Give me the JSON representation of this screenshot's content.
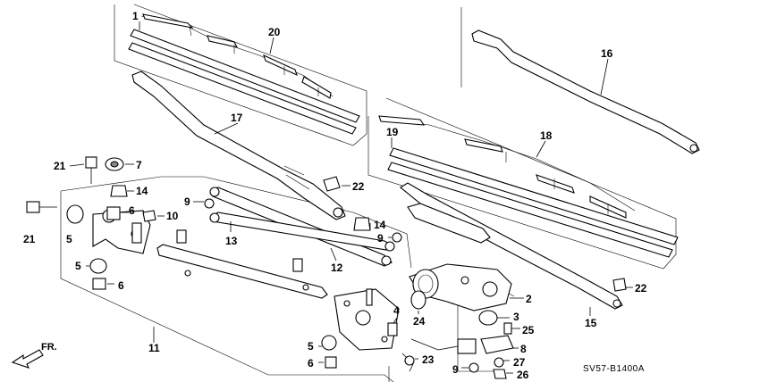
{
  "diagram_code": "SV57-B1400A",
  "direction_label": "FR.",
  "callouts": {
    "c1": "1",
    "c20": "20",
    "c16": "16",
    "c17": "17",
    "c19": "19",
    "c18": "18",
    "c21a": "21",
    "c7": "7",
    "c22a": "22",
    "c14a": "14",
    "c9a": "9",
    "c6a": "6",
    "c10": "10",
    "c21b": "21",
    "c5a": "5",
    "c13": "13",
    "c14b": "14",
    "c9b": "9",
    "c12": "12",
    "c5b": "5",
    "c6b": "6",
    "c2": "2",
    "c22b": "22",
    "c3": "3",
    "c4": "4",
    "c24": "24",
    "c25": "25",
    "c15": "15",
    "c11": "11",
    "c8": "8",
    "c5c": "5",
    "c23": "23",
    "c27": "27",
    "c6c": "6",
    "c9c": "9",
    "c26": "26"
  }
}
